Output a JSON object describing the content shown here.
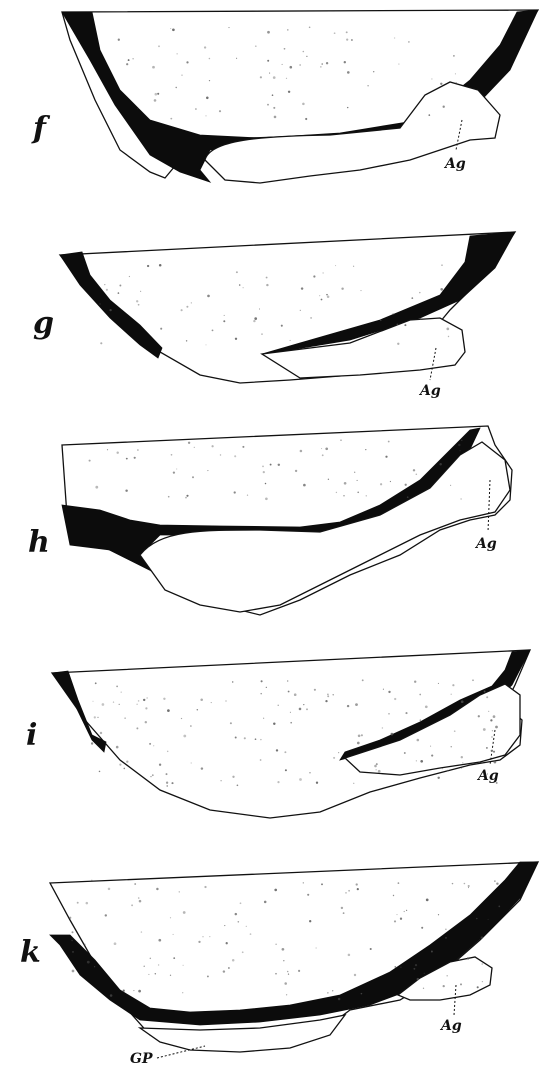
{
  "panels": [
    {
      "letter": "f",
      "labels": [
        "Ag"
      ]
    },
    {
      "letter": "g",
      "labels": [
        "Ag"
      ]
    },
    {
      "letter": "h",
      "labels": [
        "Ag"
      ]
    },
    {
      "letter": "i",
      "labels": [
        "Ag"
      ]
    },
    {
      "letter": "k",
      "labels": [
        "Ag",
        "GP"
      ]
    }
  ]
}
